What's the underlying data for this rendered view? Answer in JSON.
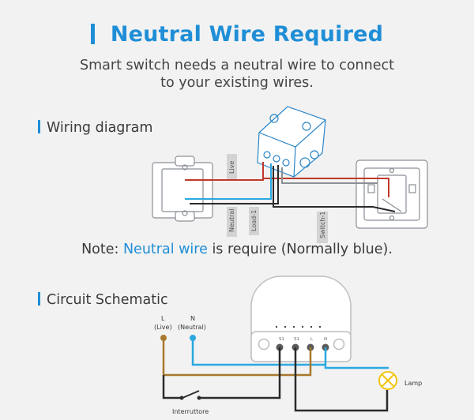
{
  "header": {
    "title": "Neutral Wire Required",
    "subtitle_line1": "Smart switch needs a neutral wire to connect",
    "subtitle_line2": "to your existing wires."
  },
  "wiring": {
    "heading": "Wiring diagram",
    "labels": {
      "live": "Live",
      "neutral": "Neutral",
      "load": "Load-1",
      "switch": "Switch-1"
    }
  },
  "note": {
    "prefix": "Note: ",
    "highlight": "Neutral wire",
    "suffix": " is require (Normally blue)."
  },
  "schematic": {
    "heading": "Circuit Schematic",
    "l_label": "L",
    "l_sub": "(Live)",
    "n_label": "N",
    "n_sub": "(Neutral)",
    "lamp": "Lamp",
    "switch_label": "Interruttore"
  },
  "colors": {
    "accent": "#1f8ed6",
    "live": "#a8782c",
    "neutral": "#2aa8df",
    "red": "#c0392b",
    "black": "#2b2b2b"
  }
}
